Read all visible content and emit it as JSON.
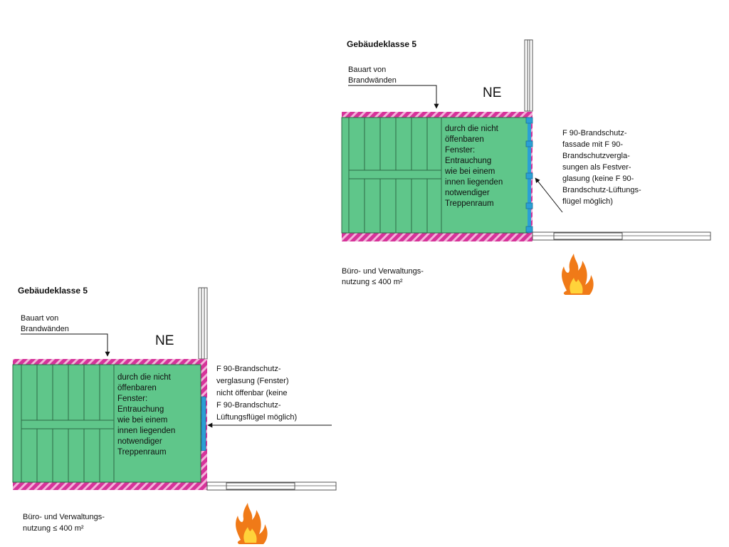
{
  "colors": {
    "wall_magenta": "#d6339a",
    "hatch": "#f3b3da",
    "green_fill": "#5fc68a",
    "green_stroke": "#2c6b45",
    "glazing_blue": "#2a9fd6",
    "fire_orange": "#f07a18",
    "fire_yellow": "#ffd33a",
    "outline": "#555555"
  },
  "top": {
    "title": "Gebäudeklasse 5",
    "bauart": [
      "Bauart von",
      "Brandwänden"
    ],
    "ne": "NE",
    "inner_text": [
      "durch die nicht",
      "öffenbaren",
      "Fenster:",
      "Entrauchung",
      "wie bei einem",
      "innen liegenden",
      "notwendiger",
      "Treppenraum"
    ],
    "facade_text": [
      "F 90-Brandschutz-",
      "fassade mit F 90-",
      "Brandschutzvergla-",
      "sungen als Festver-",
      "glasung (keine F 90-",
      "Brandschutz-Lüftungs-",
      "flügel möglich)"
    ],
    "usage": [
      "Büro- und Verwaltungs-",
      "nutzung ≤ 400 m²"
    ],
    "fire_icon": "fire-icon"
  },
  "bottom": {
    "title": "Gebäudeklasse 5",
    "bauart": [
      "Bauart von",
      "Brandwänden"
    ],
    "ne": "NE",
    "inner_text": [
      "durch die nicht",
      "öffenbaren",
      "Fenster:",
      "Entrauchung",
      "wie bei einem",
      "innen liegenden",
      "notwendiger",
      "Treppenraum"
    ],
    "facade_text": [
      "F 90-Brandschutz-",
      "verglasung (Fenster)",
      "nicht öffenbar (keine",
      "F 90-Brandschutz-",
      "Lüftungsflügel möglich)"
    ],
    "usage": [
      "Büro- und Verwaltungs-",
      "nutzung ≤ 400 m²"
    ],
    "fire_icon": "fire-icon"
  }
}
